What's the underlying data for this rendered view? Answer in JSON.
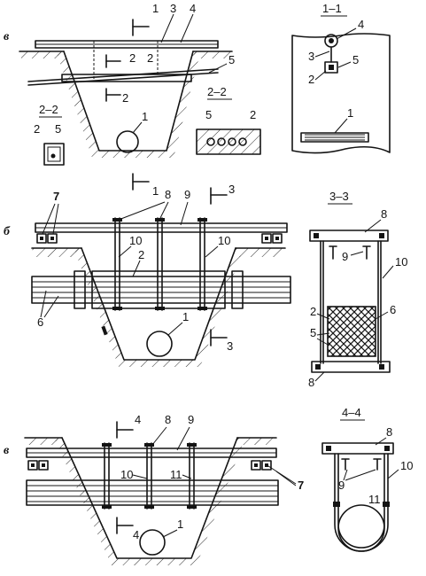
{
  "figure": {
    "panels": [
      {
        "key": "a",
        "letter": "в"
      },
      {
        "key": "b",
        "letter": "б"
      },
      {
        "key": "c",
        "letter": "в"
      }
    ],
    "section_titles": {
      "s11": "1–1",
      "s22_right": "2–2",
      "s22_left": "2–2",
      "s33": "3–3",
      "s44": "4–4"
    },
    "labels": {
      "n1": "1",
      "n2": "2",
      "n3": "3",
      "n4": "4",
      "n5": "5",
      "n6": "6",
      "n7": "7",
      "n8": "8",
      "n9": "9",
      "n10": "10",
      "n11": "11"
    }
  },
  "colors": {
    "ink": "#141414",
    "paper": "#ffffff"
  }
}
